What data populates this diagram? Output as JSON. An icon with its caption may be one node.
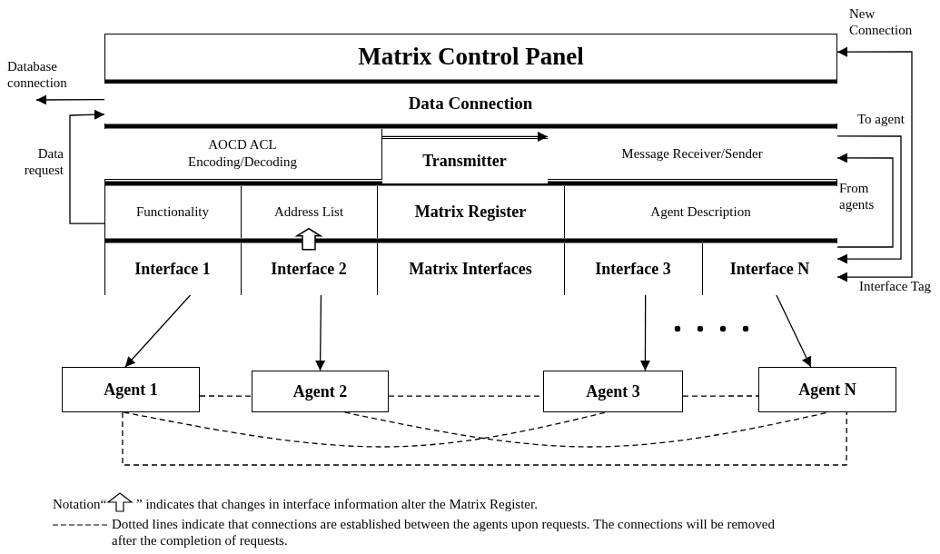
{
  "diagram": {
    "nodes": [
      {
        "text": [
          "Matrix Control Panel"
        ]
      },
      {
        "text": [
          "Data Connection"
        ],
        "in": 0
      },
      {
        "text": [
          "AOCD ACL Encoding/Decoding"
        ],
        "in": 0
      },
      {
        "text": [
          "Transmitter"
        ],
        "in": 0
      },
      {
        "text": [
          "Message Receiver/Sender"
        ],
        "in": 0
      },
      {
        "text": [
          "Functionality"
        ],
        "in": 0
      },
      {
        "text": [
          "Address List"
        ],
        "in": 0
      },
      {
        "text": [
          "Matrix Register"
        ],
        "in": 0
      },
      {
        "text": [
          "Agent Description"
        ],
        "in": 0
      },
      {
        "text": [
          "Interface 1"
        ],
        "in": 0
      },
      {
        "text": [
          "Interface 2"
        ],
        "in": 0
      },
      {
        "text": [
          "Matrix Interfaces"
        ],
        "in": 0
      },
      {
        "text": [
          "Interface 3"
        ],
        "in": 0
      },
      {
        "text": [
          "Interface N"
        ],
        "in": 0
      },
      {
        "text": [
          "Agent 1"
        ]
      },
      {
        "text": [
          "Agent 2"
        ]
      },
      {
        "text": [
          "Agent 3"
        ]
      },
      {
        "text": [
          "Agent N"
        ]
      }
    ],
    "edges": [
      {
        "from": 9,
        "to": 14,
        "arrow": "to"
      },
      {
        "from": 10,
        "to": 15,
        "arrow": "to"
      },
      {
        "from": 12,
        "to": 16,
        "arrow": "to"
      },
      {
        "from": 13,
        "to": 17,
        "arrow": "to"
      },
      {
        "from": 14,
        "to": 15,
        "arrow": "none",
        "style": "dashed"
      },
      {
        "from": 15,
        "to": 16,
        "arrow": "none",
        "style": "dashed"
      },
      {
        "from": 16,
        "to": 17,
        "arrow": "none",
        "style": "dashed"
      },
      {
        "from": 14,
        "to": 16,
        "arrow": "none",
        "style": "dashed"
      },
      {
        "from": 15,
        "to": 17,
        "arrow": "none",
        "style": "dashed"
      },
      {
        "from": 14,
        "to": 17,
        "arrow": "none",
        "style": "dashed"
      },
      {
        "from": 1,
        "to": null,
        "arrow": "to",
        "label": "Database connection"
      },
      {
        "from": 5,
        "to": 1,
        "arrow": "to",
        "label": "Data request"
      },
      {
        "from": 2,
        "to": 4,
        "arrow": "to"
      },
      {
        "from": 4,
        "to": 13,
        "arrow": "to",
        "label": "To agent"
      },
      {
        "from": 13,
        "to": 4,
        "arrow": "to",
        "label": "From agents"
      },
      {
        "from": 13,
        "to": 0,
        "arrow": "both",
        "label": "New Connection"
      },
      {
        "from": 10,
        "to": 6,
        "arrow": "to",
        "style": "thick"
      }
    ],
    "labels": [
      "Interface Tag",
      "Notation“"
    ],
    "legend": [
      {
        "text": "” indicates that changes in interface information alter the Matrix Register."
      },
      {
        "text": "Dotted lines indicate that connections are established between the agents upon requests. The connections will be removed after the completion of requests."
      }
    ]
  }
}
